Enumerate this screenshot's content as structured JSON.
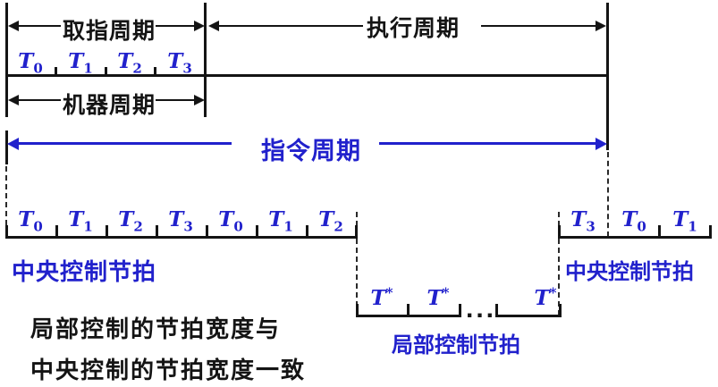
{
  "colors": {
    "accent_blue": "#2121cc",
    "line_black": "#141414",
    "background": "#ffffff"
  },
  "top_section": {
    "fetch_cycle_label": "取指周期",
    "exec_cycle_label": "执行周期",
    "machine_cycle_label": "机器周期",
    "beats": [
      {
        "t": "T",
        "sub": "0"
      },
      {
        "t": "T",
        "sub": "1"
      },
      {
        "t": "T",
        "sub": "2"
      },
      {
        "t": "T",
        "sub": "3"
      }
    ]
  },
  "instruction_cycle": {
    "label": "指令周期"
  },
  "central_left_timeline": {
    "beats": [
      {
        "t": "T",
        "sub": "0"
      },
      {
        "t": "T",
        "sub": "1"
      },
      {
        "t": "T",
        "sub": "2"
      },
      {
        "t": "T",
        "sub": "3"
      },
      {
        "t": "T",
        "sub": "0"
      },
      {
        "t": "T",
        "sub": "1"
      },
      {
        "t": "T",
        "sub": "2"
      }
    ],
    "caption": "中央控制节拍"
  },
  "central_right_timeline": {
    "beats": [
      {
        "t": "T",
        "sub": "3"
      },
      {
        "t": "T",
        "sub": "0"
      },
      {
        "t": "T",
        "sub": "1"
      }
    ],
    "caption": "中央控制节拍"
  },
  "local_timeline": {
    "beats": [
      {
        "t": "T",
        "sup": "*"
      },
      {
        "t": "T",
        "sup": "*"
      },
      {
        "t": "T",
        "sup": "*"
      }
    ],
    "ellipsis": "...",
    "caption": "局部控制节拍"
  },
  "note": {
    "line1": "局部控制的节拍宽度与",
    "line2": "中央控制的节拍宽度一致"
  }
}
